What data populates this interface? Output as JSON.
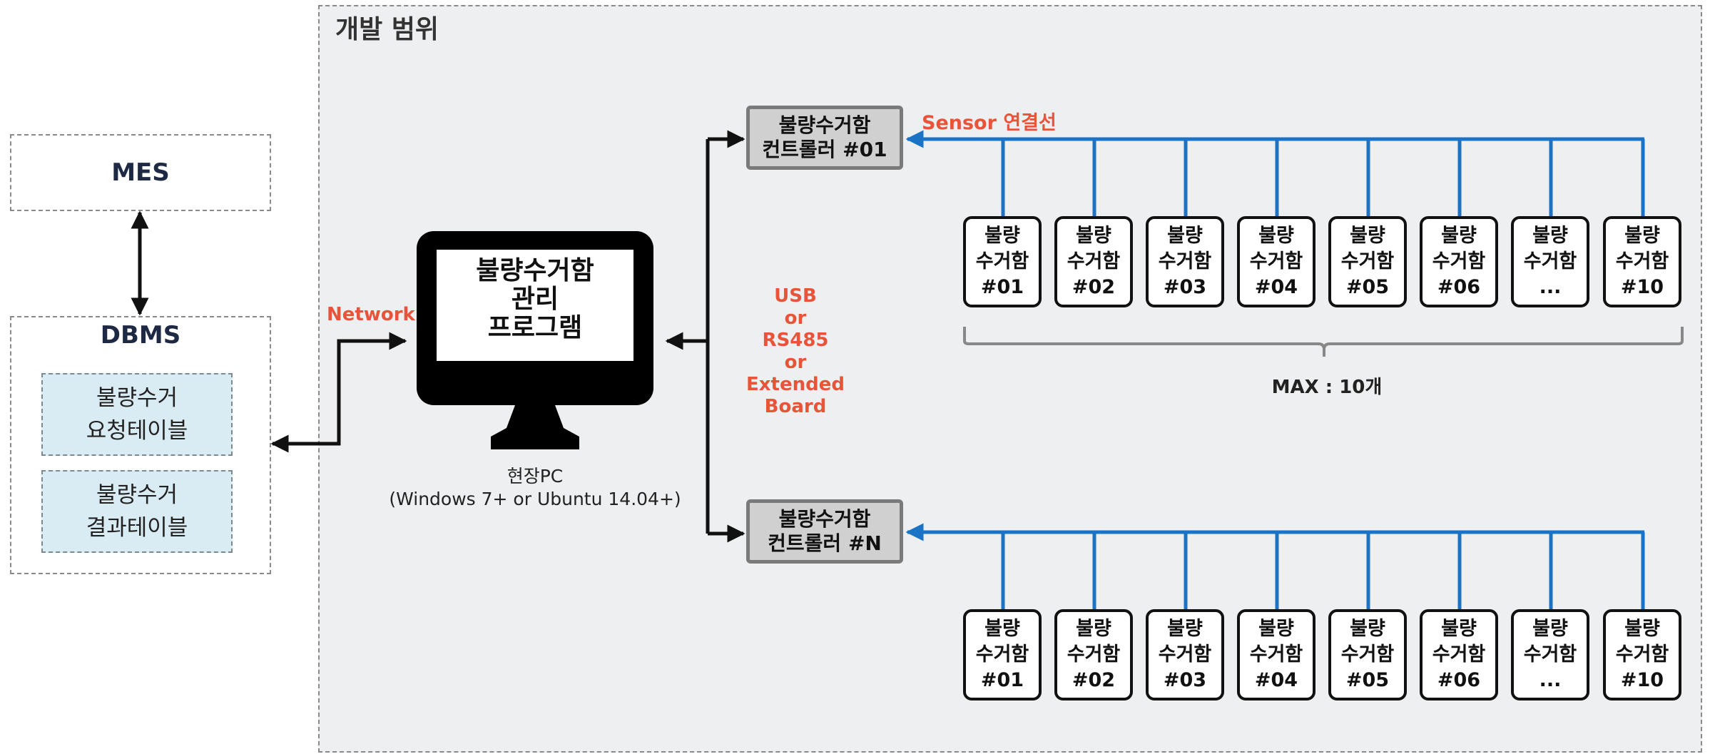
{
  "scope": {
    "title": "개발 범위"
  },
  "mes": {
    "label": "MES"
  },
  "dbms": {
    "title": "DBMS",
    "tables": [
      {
        "line1": "불량수거",
        "line2": "요청테이블"
      },
      {
        "line1": "불량수거",
        "line2": "결과테이블"
      }
    ]
  },
  "labels": {
    "network": "Network",
    "usb": [
      "USB",
      "or",
      "RS485",
      "or",
      "Extended Board"
    ],
    "sensor": "Sensor 연결선",
    "max": "MAX : 10개"
  },
  "pc": {
    "screen_lines": [
      "불량수거함",
      "관리",
      "프로그램"
    ],
    "caption_line1": "현장PC",
    "caption_line2": "(Windows 7+ or Ubuntu 14.04+)"
  },
  "controllers": [
    {
      "line1": "불량수거함",
      "line2": "컨트롤러 #01"
    },
    {
      "line1": "불량수거함",
      "line2": "컨트롤러 #N"
    }
  ],
  "bin_rows": [
    [
      {
        "l1": "불량",
        "l2": "수거함",
        "l3": "#01"
      },
      {
        "l1": "불량",
        "l2": "수거함",
        "l3": "#02"
      },
      {
        "l1": "불량",
        "l2": "수거함",
        "l3": "#03"
      },
      {
        "l1": "불량",
        "l2": "수거함",
        "l3": "#04"
      },
      {
        "l1": "불량",
        "l2": "수거함",
        "l3": "#05"
      },
      {
        "l1": "불량",
        "l2": "수거함",
        "l3": "#06"
      },
      {
        "l1": "불량",
        "l2": "수거함",
        "l3": "..."
      },
      {
        "l1": "불량",
        "l2": "수거함",
        "l3": "#10"
      }
    ],
    [
      {
        "l1": "불량",
        "l2": "수거함",
        "l3": "#01"
      },
      {
        "l1": "불량",
        "l2": "수거함",
        "l3": "#02"
      },
      {
        "l1": "불량",
        "l2": "수거함",
        "l3": "#03"
      },
      {
        "l1": "불량",
        "l2": "수거함",
        "l3": "#04"
      },
      {
        "l1": "불량",
        "l2": "수거함",
        "l3": "#05"
      },
      {
        "l1": "불량",
        "l2": "수거함",
        "l3": "#06"
      },
      {
        "l1": "불량",
        "l2": "수거함",
        "l3": "..."
      },
      {
        "l1": "불량",
        "l2": "수거함",
        "l3": "#10"
      }
    ]
  ],
  "colors": {
    "sensor_line": "#1a73c4",
    "label_red": "#e8543a",
    "table_fill": "#d9ecf3",
    "scope_fill": "#eeeff0",
    "controller_fill": "#d0d0d0"
  }
}
